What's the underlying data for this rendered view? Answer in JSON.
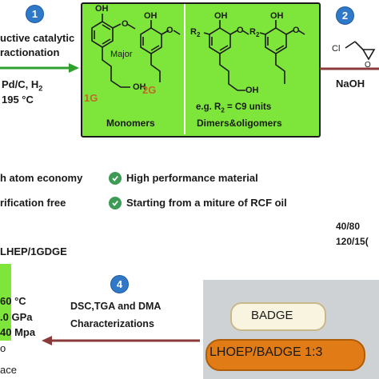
{
  "step1": {
    "number": "1",
    "line1": "uctive catalytic",
    "line2": "ractionation",
    "reagent": "Pd/C, H",
    "reagent_sub": "2",
    "temp": "195 °C"
  },
  "monomers": {
    "oh1": "OH",
    "ome1": "O",
    "oh_chain": "OH",
    "major": "Major",
    "label_1g": "1G",
    "oh2": "OH",
    "ome2": "O",
    "label_2g": "2G",
    "caption": "Monomers"
  },
  "dimers": {
    "oh_a": "OH",
    "oh_b": "OH",
    "r2_left": "R",
    "r2_left_sub": "2",
    "o_link": "O",
    "r2_mid": "R",
    "r2_mid_sub": "2",
    "ome": "O",
    "oh_chain": "OH",
    "example": "e.g. R",
    "example_sub": "2",
    "example_tail": " = C9 units",
    "caption": "Dimers&oligomers"
  },
  "step2": {
    "number": "2",
    "cl": "Cl",
    "o": "O",
    "reagent": "NaOH"
  },
  "advantages": {
    "item1": "h atom economy",
    "item2": "High performance material",
    "item3": "rification free",
    "item4": "Starting from a miture of RCF oil"
  },
  "ratio": {
    "line1": "40/80",
    "line2": "120/15("
  },
  "formulation": "LHEP/1GDGE",
  "properties": {
    "temp": "60 °C",
    "modulus": ".0 GPa",
    "strength": "40 Mpa",
    "o": "o",
    "ace": "ace"
  },
  "step4": {
    "number": "4",
    "line1": "DSC,TGA and DMA",
    "line2": "Characterizations"
  },
  "samples": {
    "badge": "BADGE",
    "blend": "LHOEP/BADGE 1:3"
  },
  "colors": {
    "green_panel": "#7ee63a",
    "step_circle": "#2f79c8",
    "check": "#3c9b55",
    "arrow_green": "#2ea02e",
    "arrow_brown": "#8b3a3a",
    "orange_bar": "#e07b16"
  }
}
